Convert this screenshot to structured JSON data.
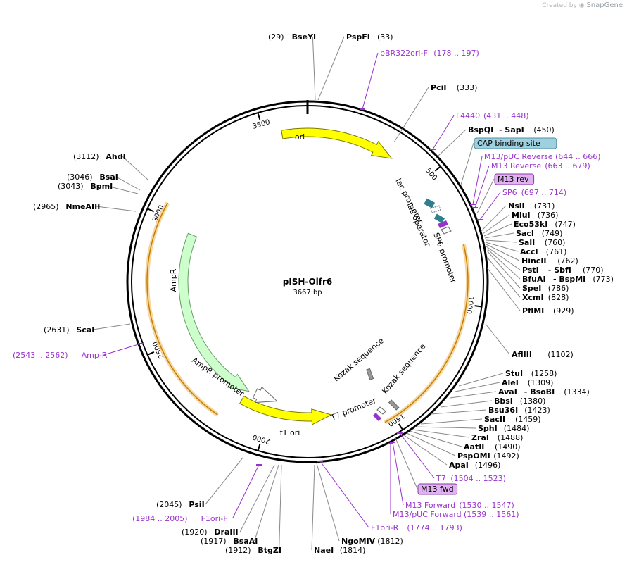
{
  "watermark": {
    "created_by": "Created by",
    "brand": "SnapGene"
  },
  "plasmid": {
    "name": "pISH-Olfr6",
    "size_label": "3667 bp",
    "length": 3667
  },
  "ticks": [
    {
      "pos": 500,
      "label": "500"
    },
    {
      "pos": 1000,
      "label": "1000"
    },
    {
      "pos": 1500,
      "label": "1500"
    },
    {
      "pos": 2000,
      "label": "2000"
    },
    {
      "pos": 2500,
      "label": "2500"
    },
    {
      "pos": 3000,
      "label": "3000"
    },
    {
      "pos": 3500,
      "label": "3500"
    }
  ],
  "features": [
    {
      "name": "ori",
      "start": 3567,
      "end": 350,
      "ring": "inner",
      "color": "#ffff00",
      "direction": "cw"
    },
    {
      "name": "AmpR",
      "start": 2120,
      "end": 2975,
      "ring": "inner",
      "color": "#ccffcc",
      "direction": "ccw"
    },
    {
      "name": "f1 ori",
      "start": 1730,
      "end": 2130,
      "ring": "inner",
      "color": "#ffff00",
      "direction": "ccw"
    },
    {
      "name": "AmpR promoter",
      "start": 1980,
      "end": 2090,
      "ring": "inner",
      "color": "#ffffff",
      "direction": "ccw"
    },
    {
      "name": "Kozak sequence",
      "start": 1470,
      "end": 1482,
      "ring": "inner",
      "color": "#999999",
      "direction": "none"
    },
    {
      "name": "lac promoter",
      "start": 590,
      "end": 620,
      "ring": "inner",
      "color": "#2f7f8f",
      "direction": "none"
    },
    {
      "name": "lac operator",
      "start": 640,
      "end": 660,
      "ring": "inner",
      "color": "#2f7f8f",
      "direction": "none"
    },
    {
      "name": "SP6 promoter",
      "start": 697,
      "end": 714,
      "ring": "inner",
      "color": "#ffffff",
      "direction": "cw"
    },
    {
      "name": "T7 promoter",
      "start": 1504,
      "end": 1523,
      "ring": "inner",
      "color": "#ffffff",
      "direction": "ccw"
    }
  ],
  "inner_labels": [
    {
      "text": "ori"
    },
    {
      "text": "AmpR"
    },
    {
      "text": "f1 ori"
    },
    {
      "text": "AmpR promoter"
    },
    {
      "text": "Kozak sequence"
    },
    {
      "text": "Kozak sequence"
    },
    {
      "text": "lac promoter"
    },
    {
      "text": "lac operator"
    },
    {
      "text": "SP6 promoter"
    },
    {
      "text": "T7 promoter"
    }
  ],
  "sites": [
    {
      "num": "(29)",
      "name": "BseYI"
    },
    {
      "name": "PspFI",
      "num": "(33)"
    },
    {
      "name": "pBR322ori-F",
      "num": "(178 .. 197)",
      "primer": true
    },
    {
      "name": "PciI",
      "num": "(333)"
    },
    {
      "name": "L4440",
      "num": "(431 .. 448)",
      "primer": true
    },
    {
      "name": "BspQI",
      "name2": "SapI",
      "num": "(450)"
    },
    {
      "name": "CAP binding site",
      "boxed": "cap"
    },
    {
      "name": "M13/pUC Reverse",
      "num": "(644 .. 666)",
      "primer": true
    },
    {
      "name": "M13 Reverse",
      "num": "(663 .. 679)",
      "primer": true
    },
    {
      "name": "M13 rev",
      "boxed": "m13"
    },
    {
      "name": "SP6",
      "num": "(697 .. 714)",
      "primer": true
    },
    {
      "name": "NsiI",
      "num": "(731)"
    },
    {
      "name": "MluI",
      "num": "(736)"
    },
    {
      "name": "Eco53kI",
      "num": "(747)"
    },
    {
      "name": "SacI",
      "num": "(749)"
    },
    {
      "name": "SalI",
      "num": "(760)"
    },
    {
      "name": "AccI",
      "num": "(761)"
    },
    {
      "name": "HincII",
      "num": "(762)"
    },
    {
      "name": "PstI",
      "name2": "SbfI",
      "num": "(770)"
    },
    {
      "name": "BfuAI",
      "name2": "BspMI",
      "num": "(773)"
    },
    {
      "name": "SpeI",
      "num": "(786)"
    },
    {
      "name": "XcmI",
      "num": "(828)"
    },
    {
      "name": "PflMI",
      "num": "(929)"
    },
    {
      "name": "AflIII",
      "num": "(1102)"
    },
    {
      "name": "StuI",
      "num": "(1258)"
    },
    {
      "name": "AleI",
      "num": "(1309)"
    },
    {
      "name": "AvaI",
      "name2": "BsoBI",
      "num": "(1334)"
    },
    {
      "name": "BbsI",
      "num": "(1380)"
    },
    {
      "name": "Bsu36I",
      "num": "(1423)"
    },
    {
      "name": "SacII",
      "num": "(1459)"
    },
    {
      "name": "SphI",
      "num": "(1484)"
    },
    {
      "name": "ZraI",
      "num": "(1488)"
    },
    {
      "name": "AatII",
      "num": "(1490)"
    },
    {
      "name": "PspOMI",
      "num": "(1492)"
    },
    {
      "name": "ApaI",
      "num": "(1496)"
    },
    {
      "name": "T7",
      "num": "(1504 .. 1523)",
      "primer": true
    },
    {
      "name": "M13 fwd",
      "boxed": "m13"
    },
    {
      "name": "M13 Forward",
      "num": "(1530 .. 1547)",
      "primer": true
    },
    {
      "name": "M13/pUC Forward",
      "num": "(1539 .. 1561)",
      "primer": true
    },
    {
      "name": "F1ori-R",
      "num": "(1774 .. 1793)",
      "primer": true
    },
    {
      "name": "NgoMIV",
      "num": "(1812)"
    },
    {
      "name": "NaeI",
      "num": "(1814)"
    },
    {
      "num": "(1912)",
      "name": "BtgZI"
    },
    {
      "num": "(1917)",
      "name": "BsaAI"
    },
    {
      "num": "(1920)",
      "name": "DraIII"
    },
    {
      "num": "(1984 .. 2005)",
      "name": "F1ori-F",
      "primer": true
    },
    {
      "num": "(2045)",
      "name": "PsiI"
    },
    {
      "num": "(2543 .. 2562)",
      "name": "Amp-R",
      "primer": true
    },
    {
      "num": "(2631)",
      "name": "ScaI"
    },
    {
      "num": "(2965)",
      "name": "NmeAIII"
    },
    {
      "num": "(3043)",
      "name": "BpmI"
    },
    {
      "num": "(3046)",
      "name": "BsaI"
    },
    {
      "num": "(3112)",
      "name": "AhdI"
    }
  ]
}
